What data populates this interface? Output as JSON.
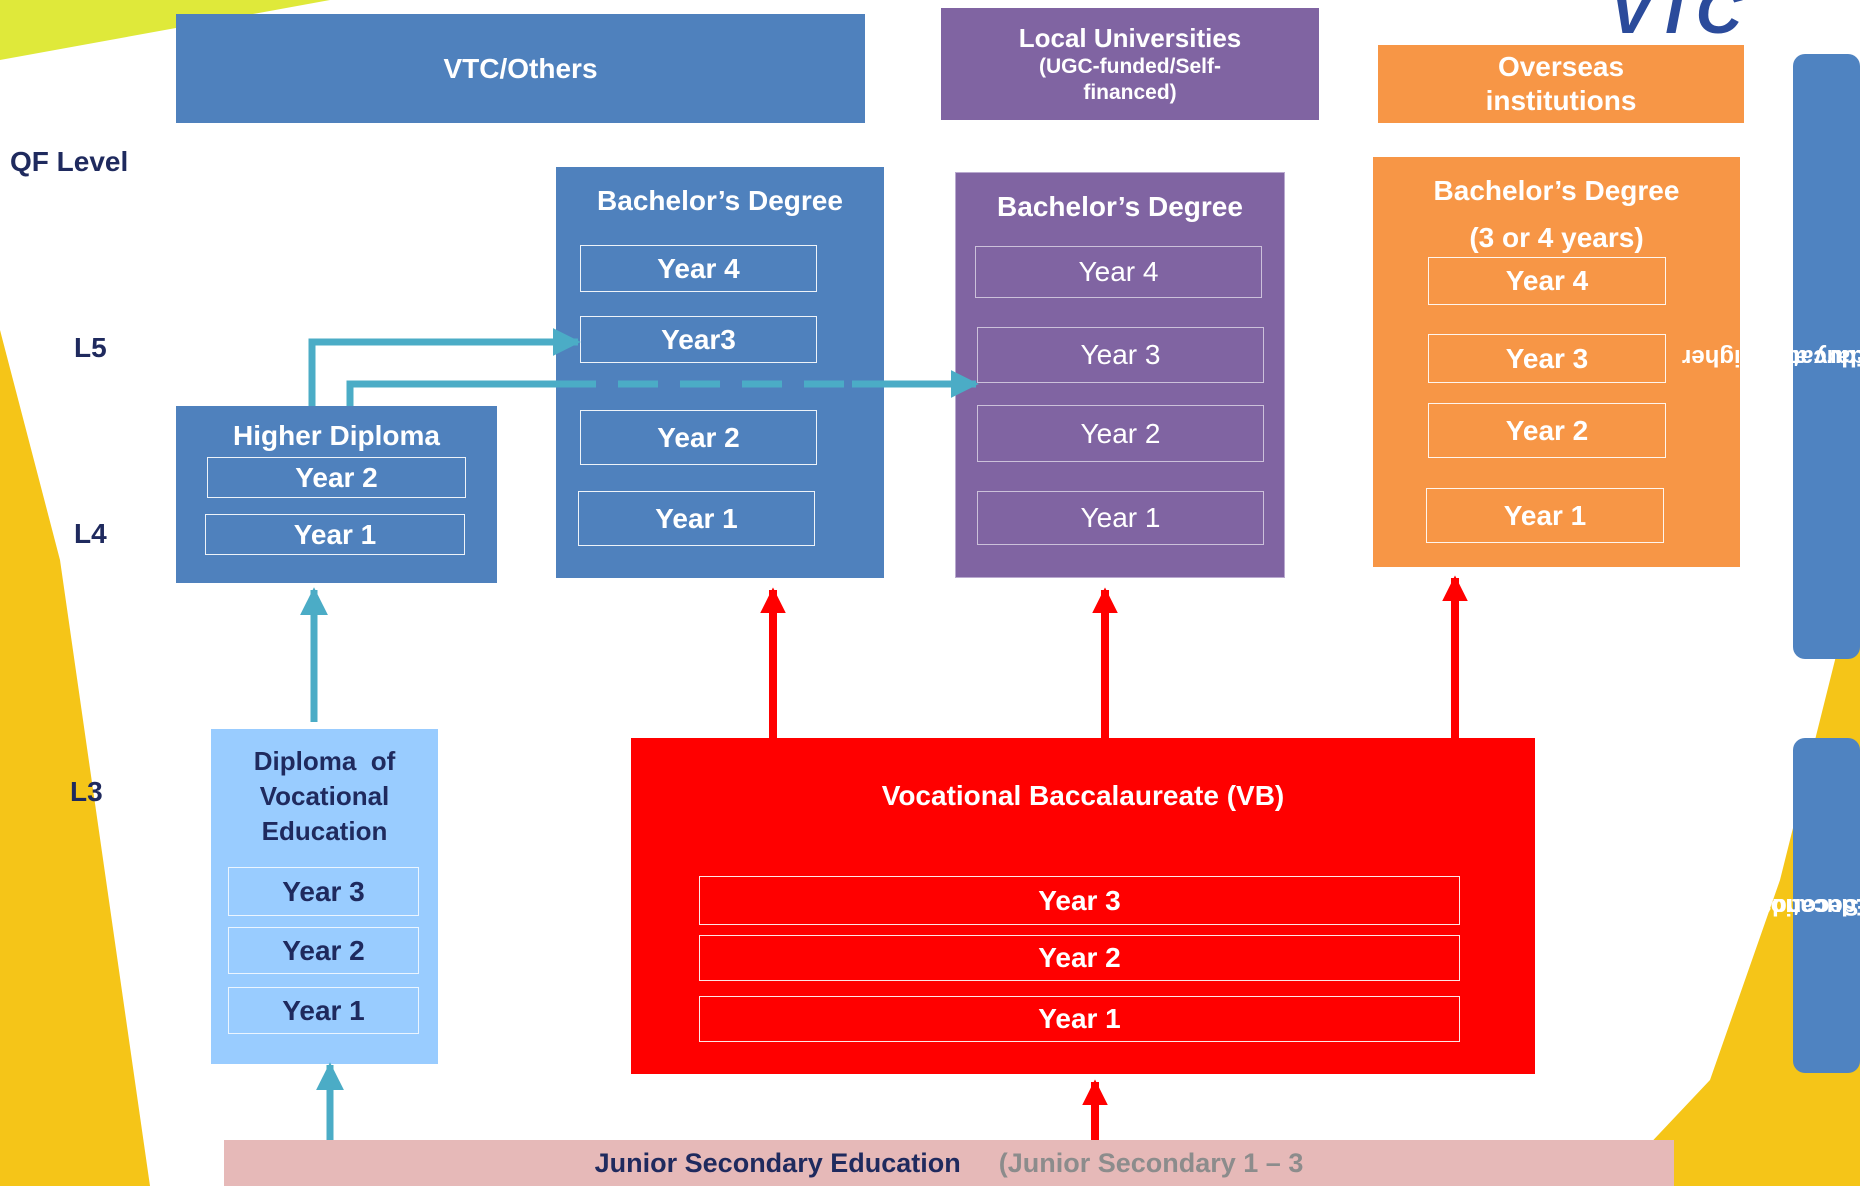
{
  "logo": {
    "text": "VTC"
  },
  "headers": {
    "vtc_others": "VTC/Others",
    "local_universities_line1": "Local Universities",
    "local_universities_line2": "(UGC-funded/Self-",
    "local_universities_line3": "financed)",
    "overseas_line1": "Overseas",
    "overseas_line2": "institutions"
  },
  "qf": {
    "title": "QF Level",
    "l5": "L5",
    "l4": "L4",
    "l3": "L3"
  },
  "vtc_bachelor": {
    "title": "Bachelor’s Degree",
    "years": [
      "Year 4",
      "Year3",
      "Year 2",
      "Year 1"
    ]
  },
  "local_bachelor": {
    "title": "Bachelor’s Degree",
    "years": [
      "Year 4",
      "Year 3",
      "Year 2",
      "Year 1"
    ]
  },
  "overseas_bachelor": {
    "title": "Bachelor’s Degree",
    "subtitle": "(3 or 4 years)",
    "years": [
      "Year 4",
      "Year 3",
      "Year 2",
      "Year 1"
    ]
  },
  "higher_diploma": {
    "title": "Higher Diploma",
    "years": [
      "Year 2",
      "Year 1"
    ]
  },
  "dve": {
    "title_line1": "Diploma  of",
    "title_line2": "Vocational",
    "title_line3": "Education",
    "years": [
      "Year 3",
      "Year 2",
      "Year 1"
    ]
  },
  "vb": {
    "title": "Vocational Baccalaureate (VB)",
    "years": [
      "Year 3",
      "Year 2",
      "Year 1"
    ]
  },
  "junior": {
    "label": "Junior Secondary Education",
    "detail": "(Junior Secondary 1 – 3"
  },
  "side_labels": {
    "post_line1": "Post-secondary and Higher",
    "post_line2": "Education",
    "senior_line1": "Senior Secondary",
    "senior_line2": "Education"
  },
  "colors": {
    "vtc_blue": "#4f81bd",
    "university_purple": "#8064a2",
    "overseas_orange": "#f79646",
    "vb_red": "#ff0000",
    "dve_light_blue": "#99ccff",
    "junior_pink": "#e6b9b8",
    "teal_arrow": "#4bacc6",
    "navy_text": "#1f2a5e"
  }
}
